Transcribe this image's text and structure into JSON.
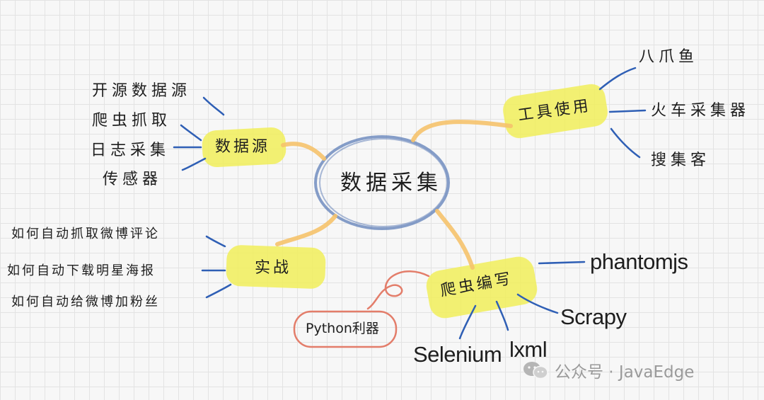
{
  "center": "数据采集",
  "branches": {
    "sources": {
      "label": "数据源",
      "items": [
        "开源数据源",
        "爬虫抓取",
        "日志采集",
        "传感器"
      ]
    },
    "tools": {
      "label": "工具使用",
      "items": [
        "八爪鱼",
        "火车采集器",
        "搜集客"
      ]
    },
    "practice": {
      "label": "实战",
      "items": [
        "如何自动抓取微博评论",
        "如何自动下载明星海报",
        "如何自动给微博加粉丝"
      ]
    },
    "crawler": {
      "label": "爬虫编写",
      "items": [
        "phantomjs",
        "Scrapy",
        "lxml",
        "Selenium"
      ],
      "note": "Python利器"
    }
  },
  "watermark": "公众号 · JavaEdge",
  "colors": {
    "highlight": "#f1ef5a",
    "connector": "#f5c26b",
    "center_outline": "#5f7fb8",
    "leaf_line": "#2f5fb5",
    "note_outline": "#e37d6a"
  }
}
